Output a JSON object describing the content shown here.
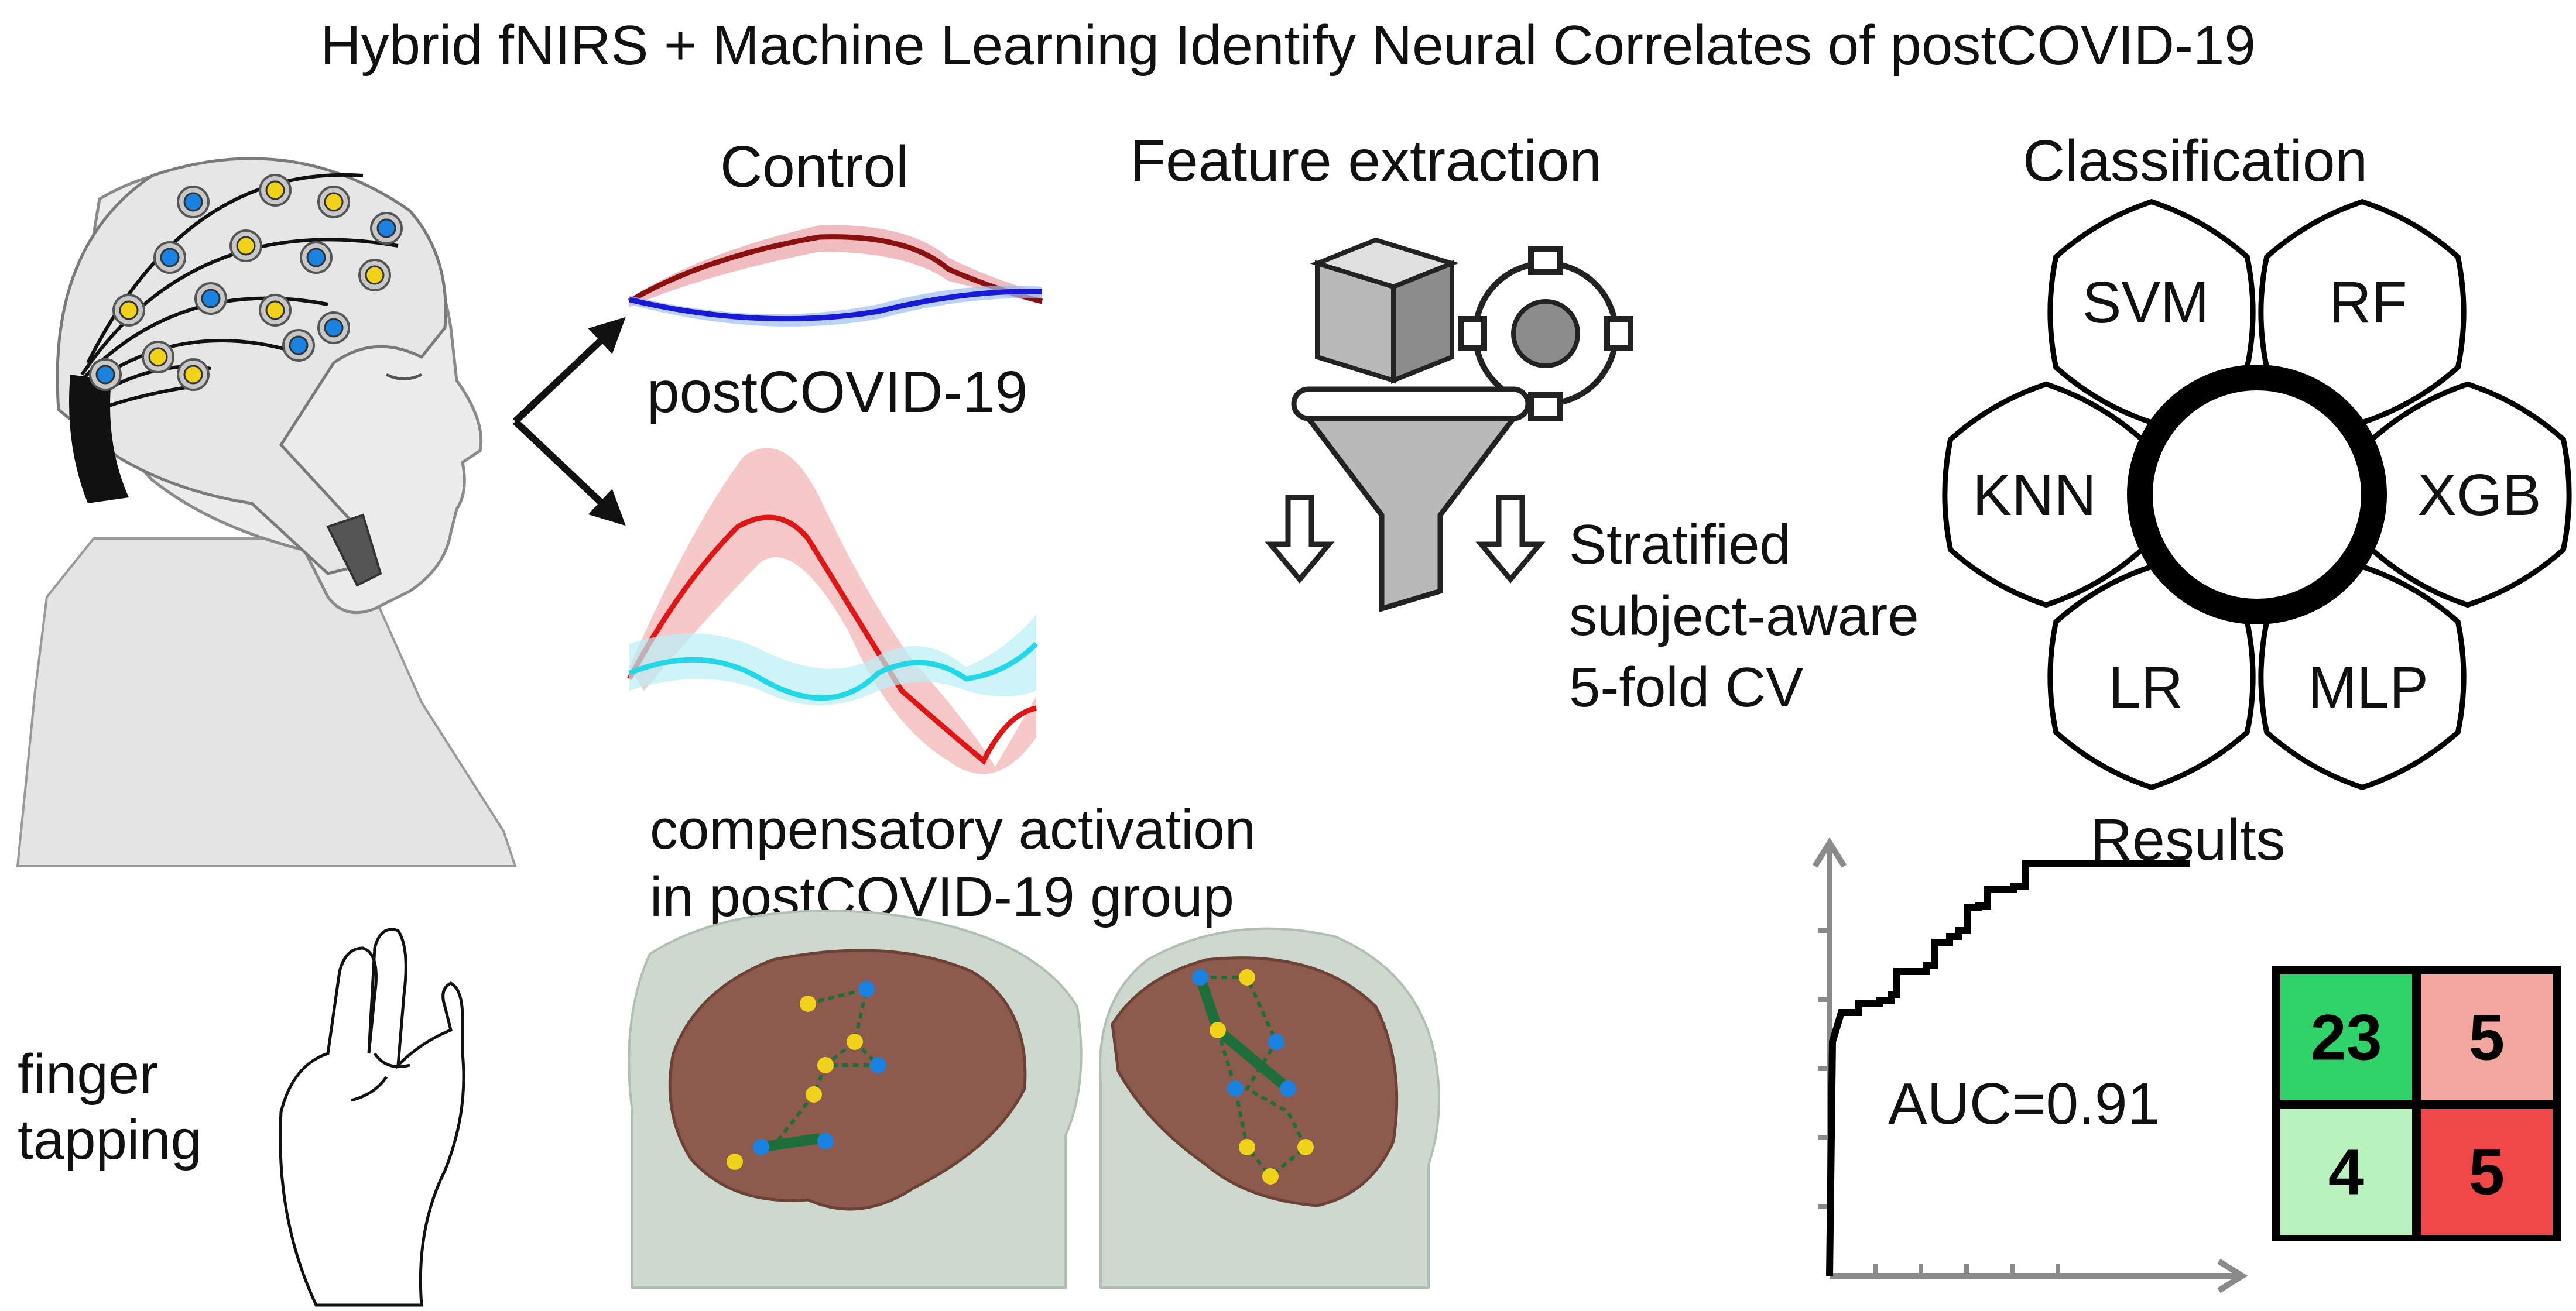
{
  "title": "Hybrid fNIRS + Machine Learning Identify Neural Correlates of postCOVID-19",
  "signals": {
    "control_label": "Control",
    "postcovid_label": "postCOVID-19"
  },
  "feature_extraction": {
    "label": "Feature extraction",
    "cv_line1": "Stratified",
    "cv_line2": "subject-aware",
    "cv_line3": "5-fold CV"
  },
  "classification": {
    "label": "Classification",
    "models": [
      "SVM",
      "RF",
      "XGB",
      "MLP",
      "LR",
      "KNN"
    ]
  },
  "results": {
    "label": "Results",
    "auc_text": "AUC=0.91",
    "confusion_matrix": [
      [
        "23",
        "5"
      ],
      [
        "4",
        "5"
      ]
    ]
  },
  "brain": {
    "line1": "compensatory activation",
    "line2": "in postCOVID-19 group"
  },
  "task": {
    "line1": "finger",
    "line2": "tapping"
  },
  "colors": {
    "control_hbo": "#8b1010",
    "control_hbr": "#1a1ad6",
    "post_hbo": "#e01515",
    "post_hbr": "#22d8e8",
    "source_optode": "#f0d21a",
    "detector_optode": "#1a82e0",
    "cm_tp": "#2fd36a",
    "cm_fp": "#f4a79f",
    "cm_fn": "#b8f2bd",
    "cm_tn": "#f04848"
  }
}
